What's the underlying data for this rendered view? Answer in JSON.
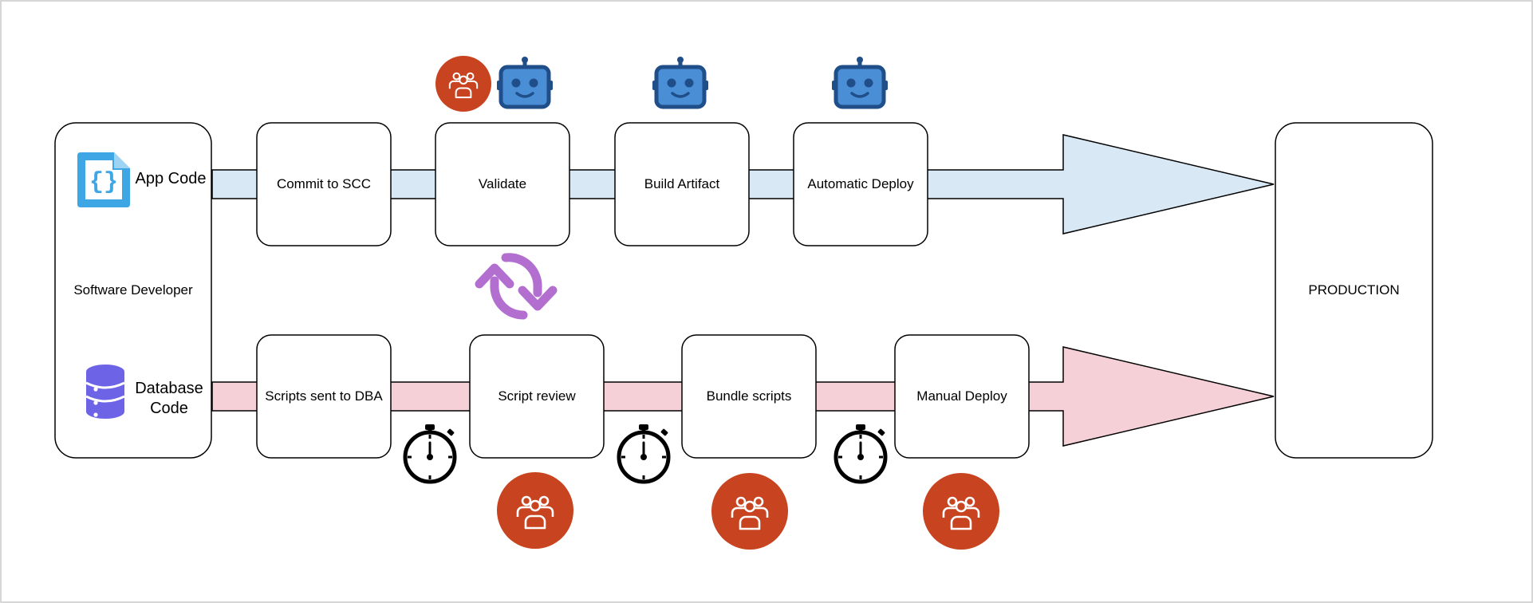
{
  "developer": {
    "label": "Software Developer",
    "app_code_label": "App Code",
    "database_code_label": "Database Code"
  },
  "app_pipeline": {
    "steps": [
      "Commit to SCC",
      "Validate",
      "Build Artifact",
      "Automatic Deploy"
    ]
  },
  "db_pipeline": {
    "steps": [
      "Scripts sent to DBA",
      "Script review",
      "Bundle scripts",
      "Manual Deploy"
    ]
  },
  "production": {
    "label": "PRODUCTION"
  },
  "colors": {
    "app_lane": "#d9e8f5",
    "db_lane": "#f5d0d6",
    "team_badge": "#c8431f",
    "robot": "#1f4e89",
    "robot_face": "#4a8fd6",
    "cycle": "#b26fd0",
    "app_code_icon": "#3fa6e6",
    "database_icon": "#6d63e6"
  },
  "icons": [
    "file-code-icon",
    "database-icon",
    "team-icon",
    "robot-icon",
    "stopwatch-icon",
    "cycle-icon"
  ]
}
